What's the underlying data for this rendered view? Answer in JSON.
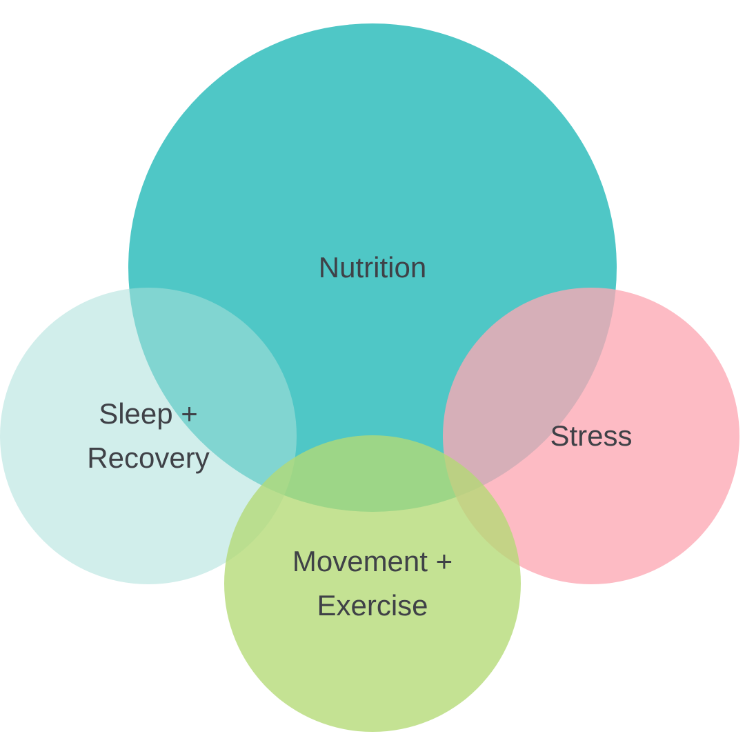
{
  "diagram": {
    "circles": [
      {
        "key": "nutrition",
        "label_lines": [
          "Nutrition"
        ],
        "color": "#4EC8C6"
      },
      {
        "key": "sleep",
        "label_lines": [
          "Sleep +",
          "Recovery"
        ],
        "color": "#C9E8E4"
      },
      {
        "key": "stress",
        "label_lines": [
          "Stress"
        ],
        "color": "#FCB4BE"
      },
      {
        "key": "movement",
        "label_lines": [
          "Movement +",
          "Exercise"
        ],
        "color": "#BCDF86"
      }
    ]
  }
}
